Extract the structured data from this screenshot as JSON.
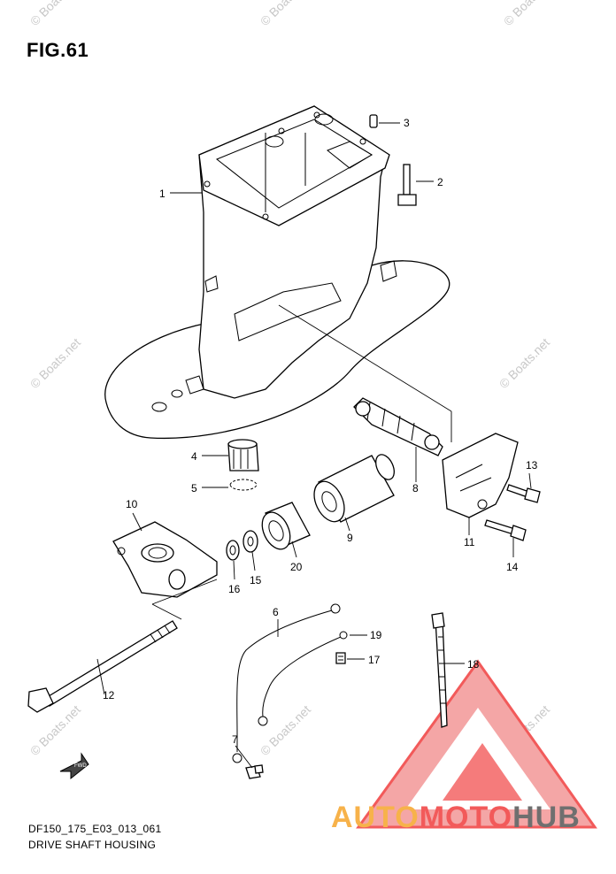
{
  "figure": {
    "title": "FIG.61",
    "footer_code": "DF150_175_E03_013_061",
    "footer_name": "DRIVE SHAFT HOUSING",
    "fwd_label": "FWD"
  },
  "watermarks": {
    "text": "© Boats.net"
  },
  "brand": {
    "part1": "AUTO",
    "part2": "MOTO",
    "part3": "HUB",
    "color_auto": "#f7b24a",
    "color_moto": "#f25a5a",
    "color_hub": "#6f6f6f"
  },
  "callouts": [
    {
      "id": "1",
      "label": "1"
    },
    {
      "id": "2",
      "label": "2"
    },
    {
      "id": "3",
      "label": "3"
    },
    {
      "id": "4",
      "label": "4"
    },
    {
      "id": "5",
      "label": "5"
    },
    {
      "id": "6",
      "label": "6"
    },
    {
      "id": "7",
      "label": "7"
    },
    {
      "id": "8",
      "label": "8"
    },
    {
      "id": "9",
      "label": "9"
    },
    {
      "id": "10",
      "label": "10"
    },
    {
      "id": "11",
      "label": "11"
    },
    {
      "id": "12",
      "label": "12"
    },
    {
      "id": "13",
      "label": "13"
    },
    {
      "id": "14",
      "label": "14"
    },
    {
      "id": "15",
      "label": "15"
    },
    {
      "id": "16",
      "label": "16"
    },
    {
      "id": "17",
      "label": "17"
    },
    {
      "id": "18",
      "label": "18"
    },
    {
      "id": "19",
      "label": "19"
    },
    {
      "id": "20",
      "label": "20"
    }
  ]
}
